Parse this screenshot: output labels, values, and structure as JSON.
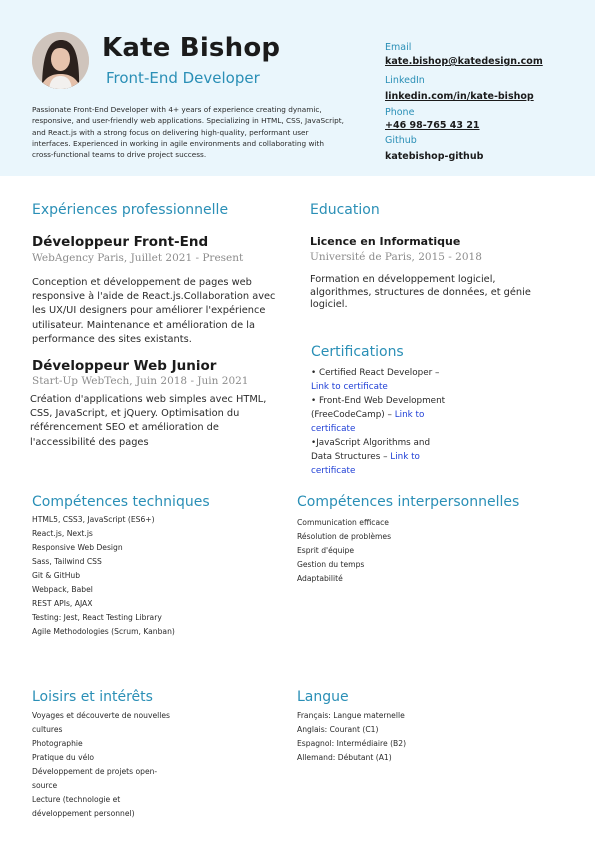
{
  "header": {
    "name": "Kate Bishop",
    "role": "Front-End Developer",
    "summary": "Passionate Front-End Developer with 4+ years of experience creating dynamic, responsive, and user-friendly web applications. Specializing in HTML, CSS, JavaScript, and React.js with a strong focus on delivering high-quality, performant user interfaces. Experienced in working in agile environments and collaborating with cross-functional teams to drive project success.",
    "photo_icon": "profile-photo"
  },
  "contact": {
    "email_label": "Email",
    "email": "kate.bishop@katedesign.com",
    "linkedin_label": "LinkedIn",
    "linkedin": "linkedin.com/in/kate-bishop",
    "phone_label": "Phone",
    "phone": "+46 98-765 43 21",
    "github_label": "Github",
    "github": "katebishop-github"
  },
  "experience": {
    "title": "Expériences professionnelle",
    "jobs": [
      {
        "title": "Développeur Front-End",
        "meta": "WebAgency Paris,  Juillet 2021 - Present",
        "desc": "Conception et développement de pages web responsive à l'aide de React.js.Collaboration avec les UX/UI designers pour améliorer l'expérience utilisateur. Maintenance et amélioration de la performance des sites existants."
      },
      {
        "title": "Développeur Web Junior",
        "meta": "Start-Up WebTech, Juin 2018 - Juin 2021",
        "desc": "Création d'applications web simples avec HTML, CSS, JavaScript, et jQuery. Optimisation du référencement SEO et amélioration de l'accessibilité des pages"
      }
    ]
  },
  "education": {
    "title": "Education",
    "degree": "Licence en Informatique",
    "meta": "Université de Paris, 2015 - 2018",
    "desc": "Formation en développement logiciel, algorithmes, structures de données, et génie logiciel."
  },
  "certifications": {
    "title": "Certifications",
    "items": [
      {
        "text": "• Certified React Developer – ",
        "link": "Link to certificate"
      },
      {
        "text": "• Front-End Web Development (FreeCodeCamp) – ",
        "link": "Link to certificate"
      },
      {
        "text": "•JavaScript Algorithms and Data Structures – ",
        "link": "Link to certificate"
      }
    ]
  },
  "tech_skills": {
    "title": "Compétences techniques",
    "items": [
      "HTML5, CSS3, JavaScript (ES6+)",
      "React.js, Next.js",
      "Responsive Web Design",
      "Sass, Tailwind CSS",
      "Git & GitHub",
      "Webpack, Babel",
      "REST APIs, AJAX",
      "Testing: Jest, React Testing Library",
      "Agile Methodologies (Scrum, Kanban)"
    ]
  },
  "soft_skills": {
    "title": "Compétences interpersonnelles",
    "items": [
      "Communication efficace",
      "Résolution de problèmes",
      "Esprit d'équipe",
      "Gestion du temps",
      "Adaptabilité"
    ]
  },
  "hobbies": {
    "title": "Loisirs et intérêts",
    "items": [
      "Voyages et découverte de nouvelles cultures",
      "Photographie",
      "Pratique du vélo",
      "Développement de projets open-source",
      "Lecture (technologie et développement personnel)"
    ]
  },
  "languages": {
    "title": "Langue",
    "items": [
      "Français: Langue maternelle",
      "Anglais: Courant (C1)",
      "Espagnol: Intermédiaire (B2)",
      "Allemand: Débutant (A1)"
    ]
  },
  "colors": {
    "accent": "#2a8fb6",
    "header_bg": "#eaf6fc",
    "link": "#1f3fd6",
    "meta_gray": "#8c8c8c"
  }
}
